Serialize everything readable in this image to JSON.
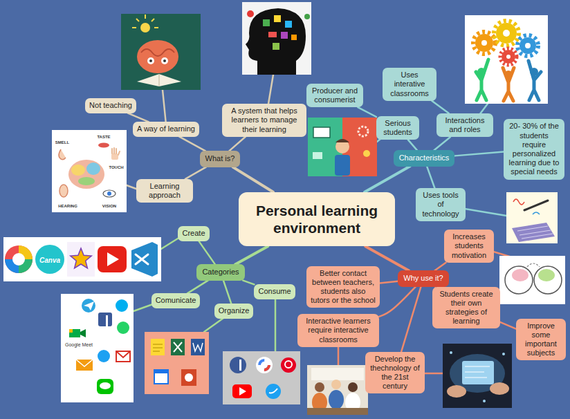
{
  "diagram": {
    "nodes": [
      {
        "text": [
          "Personal learning environment"
        ]
      },
      {
        "text": [
          "What is?"
        ]
      },
      {
        "text": [
          "A system that helps learners to manage their learning"
        ]
      },
      {
        "text": [
          "A way of learning"
        ]
      },
      {
        "text": [
          "Not teaching"
        ]
      },
      {
        "text": [
          "Learning approach"
        ]
      },
      {
        "text": [
          "Characteristics"
        ]
      },
      {
        "text": [
          "Serious students"
        ]
      },
      {
        "text": [
          "Producer and consumerist"
        ]
      },
      {
        "text": [
          "Interactions and roles"
        ]
      },
      {
        "text": [
          "Uses interative classrooms"
        ]
      },
      {
        "text": [
          "20- 30% of the students require personalized learning due to special needs"
        ]
      },
      {
        "text": [
          "Uses tools of technology"
        ]
      },
      {
        "text": [
          "Categories"
        ]
      },
      {
        "text": [
          "Create"
        ]
      },
      {
        "text": [
          "Comunicate"
        ]
      },
      {
        "text": [
          "Organize"
        ]
      },
      {
        "text": [
          "Consume"
        ]
      },
      {
        "text": [
          "Why use it?"
        ]
      },
      {
        "text": [
          "Increases students motivation"
        ]
      },
      {
        "text": [
          "Students create their own strategies of learning"
        ]
      },
      {
        "text": [
          "Improve some important subjects"
        ]
      },
      {
        "text": [
          "Develop the thechnology of the 21st century"
        ]
      },
      {
        "text": [
          "Interactive learners require interactive classrooms"
        ]
      },
      {
        "text": [
          "Better contact between teachers, students also tutors or the school"
        ]
      }
    ],
    "edges": [
      {
        "from": 0,
        "to": 1,
        "arrow": "none"
      },
      {
        "from": 1,
        "to": 2,
        "arrow": "none"
      },
      {
        "from": 1,
        "to": 3,
        "arrow": "none"
      },
      {
        "from": 3,
        "to": 4,
        "arrow": "none"
      },
      {
        "from": 1,
        "to": 5,
        "arrow": "none"
      },
      {
        "from": 0,
        "to": 6,
        "arrow": "none"
      },
      {
        "from": 6,
        "to": 7,
        "arrow": "none"
      },
      {
        "from": 7,
        "to": 8,
        "arrow": "none"
      },
      {
        "from": 6,
        "to": 9,
        "arrow": "none"
      },
      {
        "from": 9,
        "to": 10,
        "arrow": "none"
      },
      {
        "from": 6,
        "to": 11,
        "arrow": "none"
      },
      {
        "from": 6,
        "to": 12,
        "arrow": "none"
      },
      {
        "from": 0,
        "to": 13,
        "arrow": "none"
      },
      {
        "from": 13,
        "to": 14,
        "arrow": "none"
      },
      {
        "from": 13,
        "to": 15,
        "arrow": "none"
      },
      {
        "from": 13,
        "to": 16,
        "arrow": "none"
      },
      {
        "from": 13,
        "to": 17,
        "arrow": "none"
      },
      {
        "from": 0,
        "to": 18,
        "arrow": "none"
      },
      {
        "from": 18,
        "to": 19,
        "arrow": "none"
      },
      {
        "from": 18,
        "to": 20,
        "arrow": "none"
      },
      {
        "from": 20,
        "to": 21,
        "arrow": "none"
      },
      {
        "from": 18,
        "to": 22,
        "arrow": "none"
      },
      {
        "from": 18,
        "to": 23,
        "arrow": "none"
      },
      {
        "from": 18,
        "to": 24,
        "arrow": "none"
      }
    ],
    "labels": [
      "Canva",
      "Google Meet",
      "SMELL",
      "TASTE",
      "TOUCH",
      "HEARING",
      "VISION"
    ]
  }
}
